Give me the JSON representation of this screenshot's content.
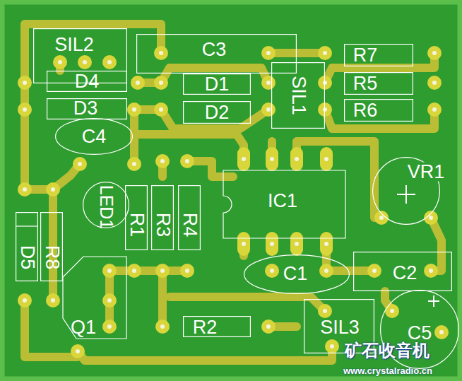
{
  "diagram": {
    "nodes": [
      {
        "text": [
          "SIL2"
        ]
      },
      {
        "text": [
          "C3"
        ]
      },
      {
        "text": [
          "D4"
        ]
      },
      {
        "text": [
          "D3"
        ]
      },
      {
        "text": [
          "D1"
        ]
      },
      {
        "text": [
          "D2"
        ]
      },
      {
        "text": [
          "R7"
        ]
      },
      {
        "text": [
          "R5"
        ]
      },
      {
        "text": [
          "R6"
        ]
      },
      {
        "text": [
          "SIL1"
        ]
      },
      {
        "text": [
          "C4"
        ]
      },
      {
        "text": [
          "VR1"
        ]
      },
      {
        "text": [
          "IC1"
        ]
      },
      {
        "text": [
          "LED1"
        ]
      },
      {
        "text": [
          "R1"
        ]
      },
      {
        "text": [
          "R3"
        ]
      },
      {
        "text": [
          "R4"
        ]
      },
      {
        "text": [
          "D5"
        ]
      },
      {
        "text": [
          "R8"
        ]
      },
      {
        "text": [
          "C1"
        ]
      },
      {
        "text": [
          "C2"
        ]
      },
      {
        "text": [
          "Q1"
        ]
      },
      {
        "text": [
          "R2"
        ]
      },
      {
        "text": [
          "SIL3"
        ]
      },
      {
        "text": [
          "C5"
        ]
      }
    ],
    "labels": [
      "矿石收音机",
      "www.crystalradio.cn"
    ]
  }
}
